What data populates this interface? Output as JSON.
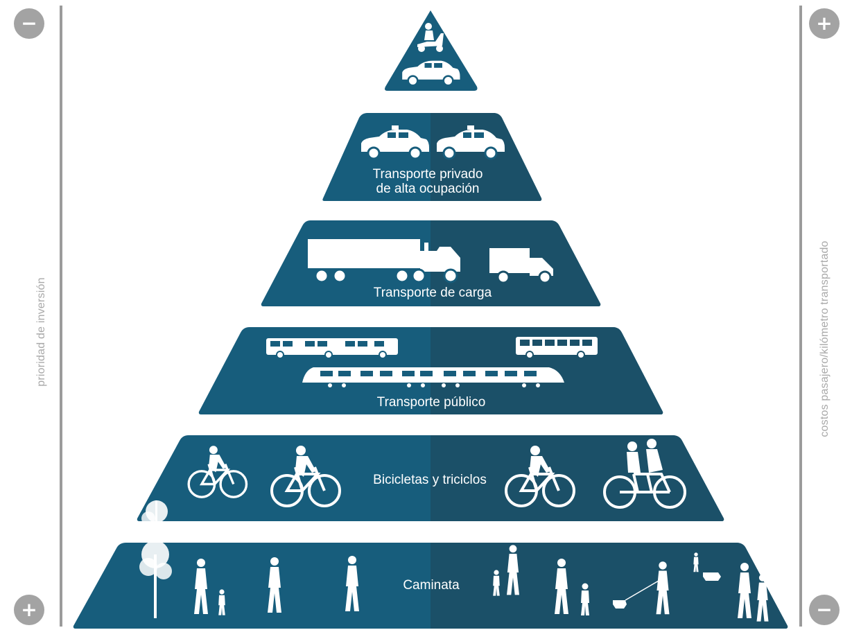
{
  "left_axis": {
    "label": "prioridad de inversión",
    "top_sign": "−",
    "bottom_sign": "+"
  },
  "right_axis": {
    "label": "costos pasajero/kilómetro transportado",
    "top_sign": "+",
    "bottom_sign": "−"
  },
  "tiers": [
    {
      "label_line1": "",
      "label_line2": "",
      "icons": [
        "scooter-icon",
        "car-icon"
      ]
    },
    {
      "label_line1": "Transporte privado",
      "label_line2": "de alta ocupación",
      "icons": [
        "taxi-icon",
        "taxi-icon"
      ]
    },
    {
      "label_line1": "Transporte de carga",
      "label_line2": "",
      "icons": [
        "semi-truck-icon",
        "box-truck-icon"
      ]
    },
    {
      "label_line1": "Transporte público",
      "label_line2": "",
      "icons": [
        "articulated-bus-icon",
        "bus-icon",
        "train-icon"
      ]
    },
    {
      "label_line1": "Bicicletas y triciclos",
      "label_line2": "",
      "icons": [
        "cyclist-icon",
        "cyclist-icon",
        "cyclist-icon",
        "tandem-bicycle-icon"
      ]
    },
    {
      "label_line1": "Caminata",
      "label_line2": "",
      "icons": [
        "tree-icon",
        "pedestrian-icon",
        "pedestrian-icon",
        "pedestrian-icon",
        "pedestrian-icon",
        "pedestrian-icon",
        "dog-walker-icon",
        "pedestrian-icon"
      ]
    }
  ],
  "colors": {
    "tier_left": "#175d7c",
    "tier_right": "#1b5068",
    "axis_gray": "#9b9b9b",
    "label_gray": "#a9a9a9"
  }
}
